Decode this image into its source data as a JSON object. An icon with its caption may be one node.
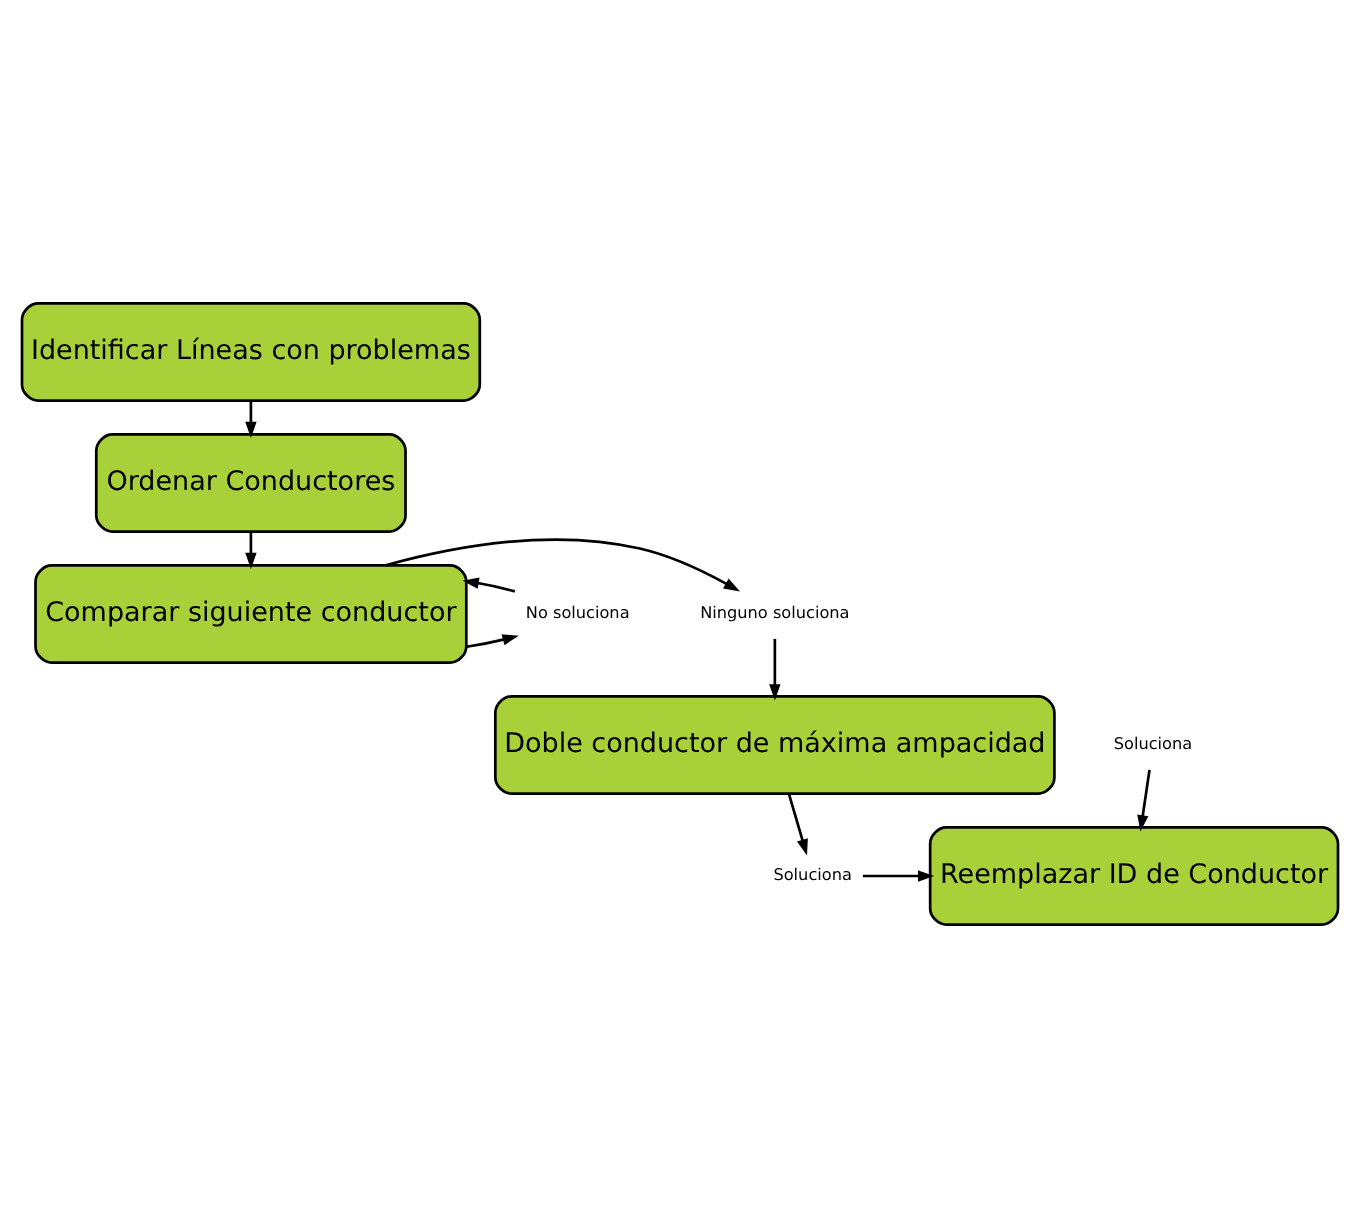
{
  "diagram": {
    "nodes": [
      {
        "text": [
          "Identificar Líneas con problemas"
        ]
      },
      {
        "text": [
          "Ordenar Conductores"
        ]
      },
      {
        "text": [
          "Comparar siguiente conductor"
        ]
      },
      {
        "text": [
          "Ninguno soluciona"
        ]
      },
      {
        "text": [
          "Doble conductor de máxima ampacidad"
        ]
      },
      {
        "text": [
          "Soluciona"
        ]
      },
      {
        "text": [
          "Reemplazar ID de Conductor"
        ]
      },
      {
        "text": [
          "Soluciona"
        ]
      },
      {
        "text": [
          "No soluciona"
        ]
      }
    ],
    "edges": [
      {
        "from": 0,
        "to": 1,
        "arrow": "to"
      },
      {
        "from": 1,
        "to": 2,
        "arrow": "to"
      },
      {
        "from": 2,
        "to": 3,
        "arrow": "to"
      },
      {
        "from": 3,
        "to": 4,
        "arrow": "to"
      },
      {
        "from": 4,
        "to": 5,
        "arrow": "to"
      },
      {
        "from": 5,
        "to": 6,
        "arrow": "to"
      },
      {
        "from": 7,
        "to": 6,
        "arrow": "to"
      },
      {
        "from": 2,
        "to": 8,
        "arrow": "to"
      },
      {
        "from": 8,
        "to": 2,
        "arrow": "to"
      }
    ]
  }
}
